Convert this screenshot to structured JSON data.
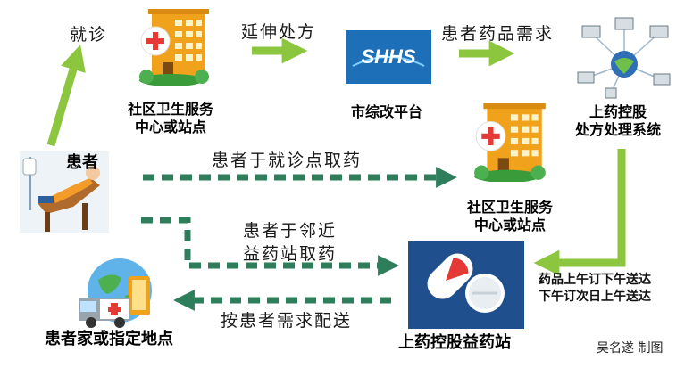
{
  "flow_labels": {
    "visit": "就诊",
    "extend_prescription": "延伸处方",
    "drug_demand": "患者药品需求",
    "pickup_clinic": "患者于就诊点取药",
    "pickup_nearby_line1": "患者于邻近",
    "pickup_nearby_line2": "益药站取药",
    "deliver": "按患者需求配送"
  },
  "nodes": {
    "patient": "患者",
    "clinic_top_line1": "社区卫生服务",
    "clinic_top_line2": "中心或站点",
    "platform_logo": "SHHS",
    "platform": "市综改平台",
    "sys_line1": "上药控股",
    "sys_line2": "处方处理系统",
    "clinic_mid_line1": "社区卫生服务",
    "clinic_mid_line2": "中心或站点",
    "station": "上药控股益药站",
    "home": "患者家或指定地点"
  },
  "delivery_note": {
    "line1": "药品上午订下午送达",
    "line2": "下午订次日上午送达"
  },
  "credit": "吴名遂  制图",
  "colors": {
    "green_arrow": "#8cc63f",
    "dashed_arrow": "#2e7d5b",
    "building": "#f0a21c",
    "platform_bg": "#1d6fb8",
    "station_bg": "#1f4f8c"
  }
}
